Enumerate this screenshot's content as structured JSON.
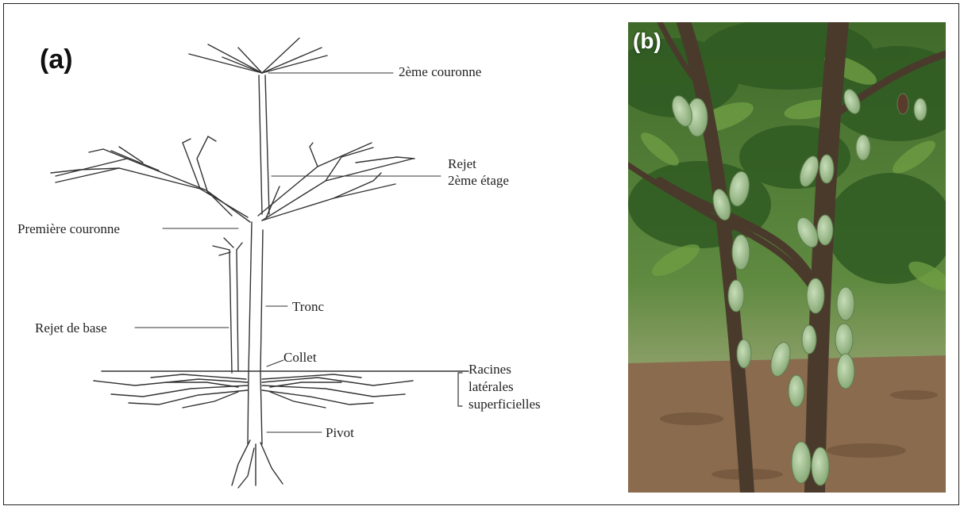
{
  "panel_a": {
    "label": "(a)",
    "labels": {
      "couronne2": "2ème couronne",
      "rejet_line1": "Rejet",
      "rejet_line2": "2ème étage",
      "premiere_couronne": "Première couronne",
      "tronc": "Tronc",
      "rejet_base": "Rejet de base",
      "collet": "Collet",
      "racines_line1": "Racines",
      "racines_line2": "latérales",
      "racines_line3": "superficielles",
      "pivot": "Pivot"
    }
  },
  "panel_b": {
    "label": "(b)"
  },
  "colors": {
    "line": "#333333",
    "foliage": "#4f7a34",
    "pod": "#a9c79a",
    "trunk": "#4a3a2c",
    "ground": "#8a6b4e"
  }
}
